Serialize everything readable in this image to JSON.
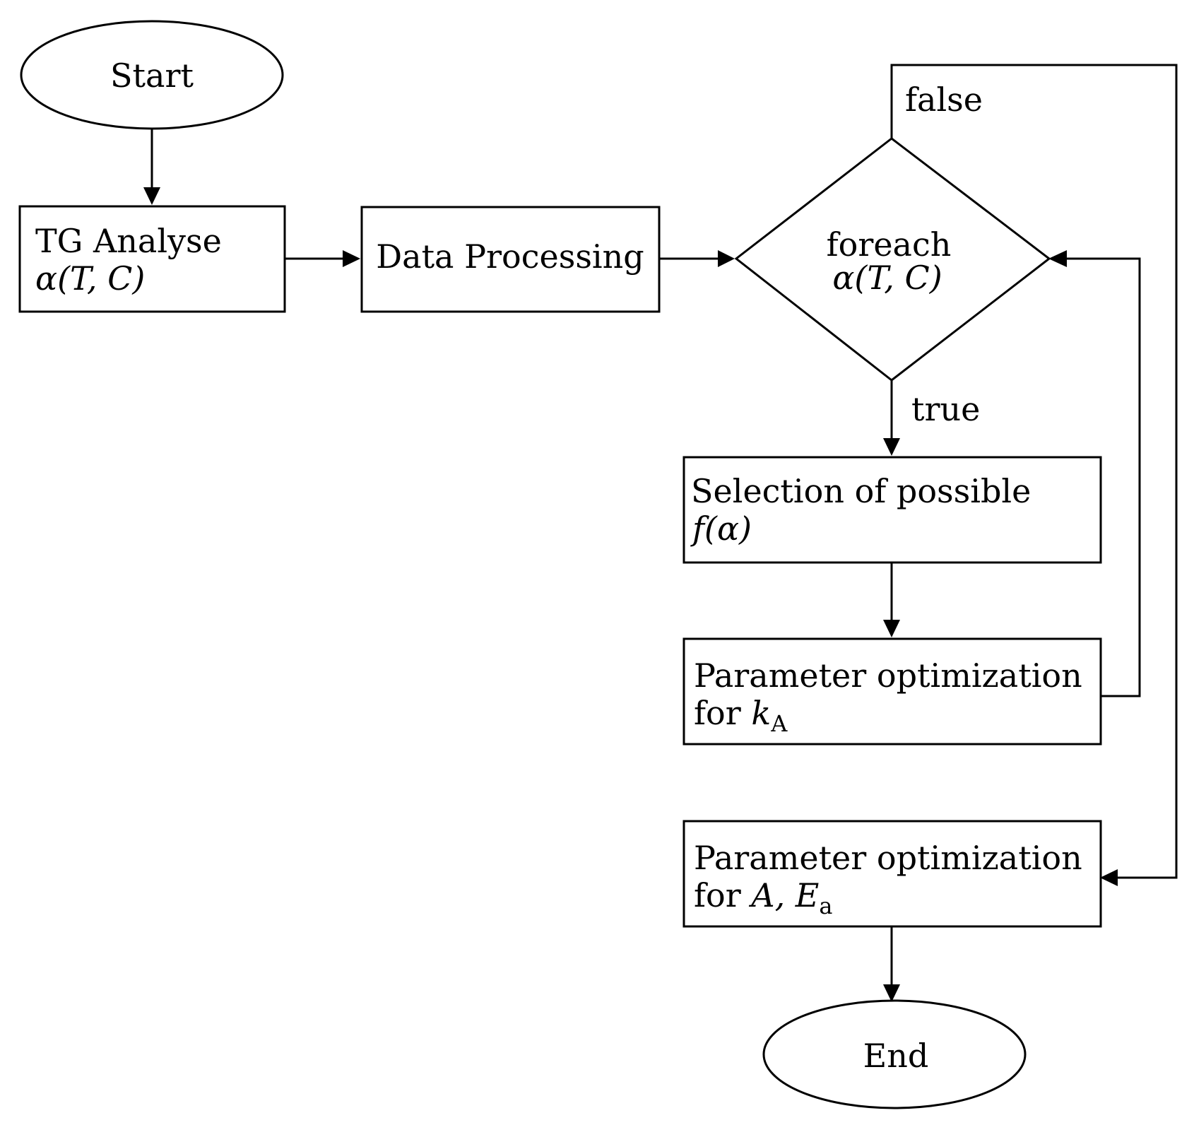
{
  "nodes": {
    "start": {
      "label": "Start"
    },
    "tg_analyse": {
      "line1": "TG Analyse",
      "line2": "α(T, C)"
    },
    "data_processing": {
      "label": "Data Processing"
    },
    "foreach": {
      "line1": "foreach",
      "line2": "α(T, C)"
    },
    "selection": {
      "line1": "Selection of possible",
      "line2": "f(α)"
    },
    "param_ka": {
      "line1": "Parameter optimization",
      "line2_prefix": "for ",
      "line2_var": "k",
      "line2_sub": "A"
    },
    "param_aea": {
      "line1": "Parameter optimization",
      "line2_prefix": "for ",
      "line2_var": "A, E",
      "line2_sub": "a"
    },
    "end": {
      "label": "End"
    }
  },
  "edge_labels": {
    "false": "false",
    "true": "true"
  },
  "colors": {
    "stroke": "#000000",
    "fill": "#ffffff",
    "text": "#000000"
  }
}
